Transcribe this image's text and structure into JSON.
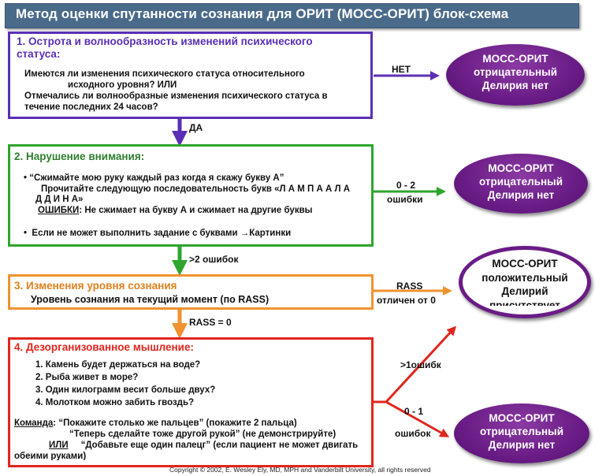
{
  "title": "Метод оценки спутанности сознания для ОРИТ (МОСС-ОРИТ) блок-схема",
  "step1": {
    "heading_line1": "1. Острота и волнообразность изменений психического",
    "heading_line2": "статуса:",
    "lines": [
      "Имеются ли изменения психического статуса относительного",
      "исходного  уровня? ИЛИ",
      "Отмечались ли волнообразные изменения психического статуса в",
      "течение последних 24 часов?"
    ]
  },
  "step2": {
    "heading": "2. Нарушение внимания:",
    "line1": "“Сжимайте мою руку каждый раз когда я скажу букву А”",
    "line2": "Прочитайте следующую последовательность букв «Л А М П А А Л А",
    "line3": "Д Д И Н А»",
    "errors_label": "ОШИБКИ",
    "errors_text": ": Не сжимает на букву А и сжимает на другие буквы",
    "line5": "Если не может выполнить задание с буквами",
    "line5_arrow": "→",
    "line5_end": "Картинки"
  },
  "step3": {
    "heading": "3. Изменения уровня сознания",
    "line1": "Уровень сознания на текущий момент (по RASS)"
  },
  "step4": {
    "heading": "4. Дезорганизованное мышление:",
    "questions": [
      "1. Камень будет держаться на воде?",
      "2. Рыба живет в море?",
      "3. Один килограмм весит больше двух?",
      "4. Молотком можно забить гвоздь?"
    ],
    "command_label": "Команда",
    "command_line1": ":  “Покажите столько же пальцев” (покажите 2 пальца)",
    "command_line2": "“Теперь сделайте тоже другой рукой” (не демонстрируйте)",
    "or_label": "ИЛИ",
    "command_line3": "“Добавьте еще один палецг” (если пациент не может двигать",
    "command_line4": "обеими руками)"
  },
  "labels": {
    "no": "НЕТ",
    "yes": "ДА",
    "errors_0_2_a": "0 - 2",
    "errors_0_2_b": "ошибки",
    "gt2_errors": ">2 ошибок",
    "rass_a": "RASS",
    "rass_b": "отличен от 0",
    "rass_zero": "RASS = 0",
    "gt1_errors": ">1ошибк",
    "errors_0_1_a": "0 - 1",
    "errors_0_1_b": "ошибок"
  },
  "outcomes": {
    "neg1": [
      "МОСС-ОРИТ",
      "отрицательный",
      "Делирия нет"
    ],
    "neg2": [
      "МОСС-ОРИТ",
      "отрицательный",
      "Делирия нет"
    ],
    "pos": [
      "МОСС-ОРИТ",
      "положительный",
      "Делирий",
      "присутствует"
    ],
    "neg3": [
      "МОСС-ОРИТ",
      "отрицательный",
      "Делирия нет"
    ]
  },
  "footer": "Copyright © 2002, E. Wesley Ely, MD, MPH and Vanderbilt University, all rights reserved",
  "colors": {
    "title_bar": "#4a6a8a",
    "step1": "#5a2fb6",
    "step2": "#2ea52e",
    "step3": "#f09230",
    "step4": "#e0261e",
    "outcome": "#6a1c86"
  }
}
